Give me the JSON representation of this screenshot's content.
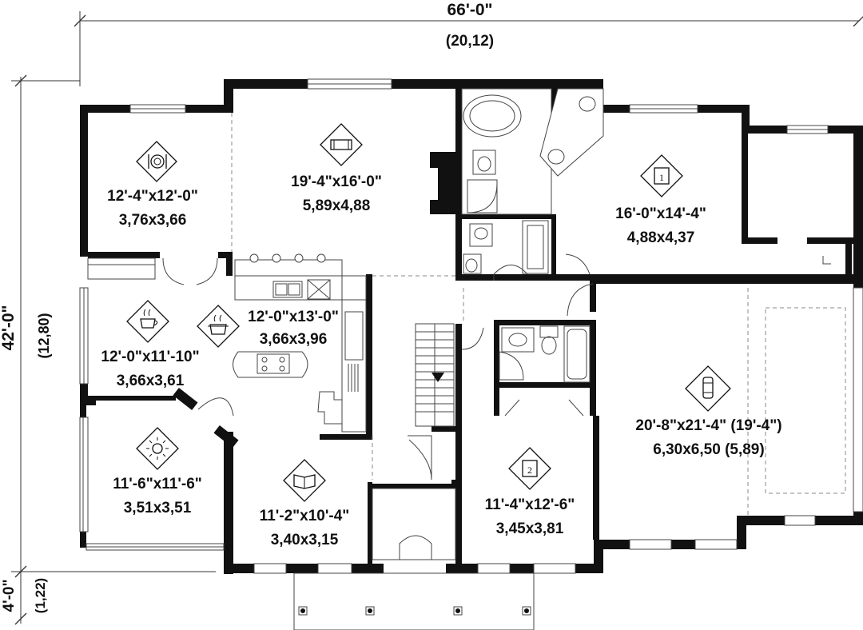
{
  "dimensions": {
    "overall_width_ft": "66'-0\"",
    "overall_width_m": "(20,12)",
    "overall_depth_ft": "42'-0\"",
    "overall_depth_m": "(12,80)",
    "porch_depth_ft": "4'-0\"",
    "porch_depth_m": "(1,22)"
  },
  "rooms": [
    {
      "id": "dining",
      "icon": "dining-plate-icon",
      "imperial": "12'-4\"x12'-0\"",
      "metric": "3,76x3,66"
    },
    {
      "id": "living",
      "icon": "sofa-icon",
      "imperial": "19'-4\"x16'-0\"",
      "metric": "5,89x4,88"
    },
    {
      "id": "master-bedroom",
      "icon": "bedroom-1-icon",
      "imperial": "16'-0\"x14'-4\"",
      "metric": "4,88x4,37"
    },
    {
      "id": "breakfast",
      "icon": "coffee-cup-icon",
      "imperial": "12'-0\"x11'-10\"",
      "metric": "3,66x3,61"
    },
    {
      "id": "kitchen",
      "icon": "cooking-pot-icon",
      "imperial": "12'-0\"x13'-0\"",
      "metric": "3,66x3,96"
    },
    {
      "id": "garage",
      "icon": "car-icon",
      "imperial": "20'-8\"x21'-4\" (19'-4\")",
      "metric": "6,30x6,50 (5,89)"
    },
    {
      "id": "sunroom",
      "icon": "sun-icon",
      "imperial": "11'-6\"x11'-6\"",
      "metric": "3,51x3,51"
    },
    {
      "id": "study",
      "icon": "book-icon",
      "imperial": "11'-2\"x10'-4\"",
      "metric": "3,40x3,15"
    },
    {
      "id": "bedroom-2",
      "icon": "bedroom-2-icon",
      "imperial": "11'-4\"x12'-6\"",
      "metric": "3,45x3,81"
    }
  ],
  "icon_labels": {
    "bedroom_1": "1",
    "bedroom_2": "2"
  },
  "colors": {
    "wall": "#111111",
    "line": "#444444",
    "background": "#ffffff"
  }
}
